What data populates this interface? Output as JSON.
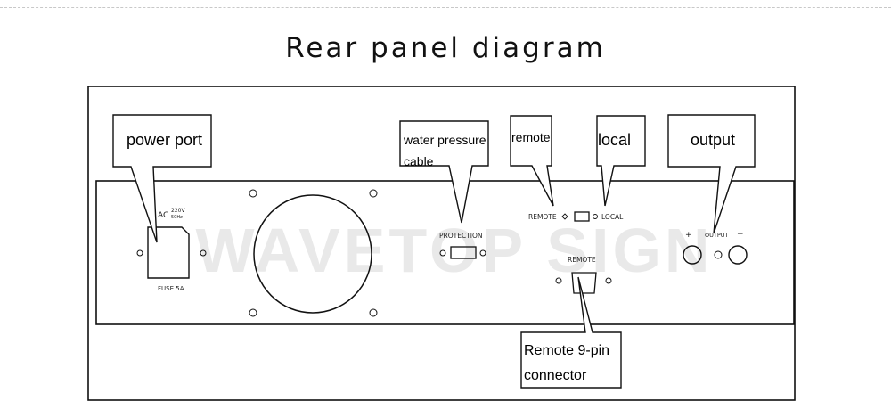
{
  "title": "Rear panel diagram",
  "watermark": "WAVETOP SIGN",
  "callouts": {
    "power_port": "power port",
    "water_pressure": [
      "water pressure",
      "cable"
    ],
    "remote": "remote",
    "local": "local",
    "output": "output",
    "remote_9pin": [
      "Remote 9-pin",
      "connector"
    ]
  },
  "panel": {
    "ac_label": "AC",
    "ac_voltage": "220V",
    "ac_freq": "50Hz",
    "fuse_label": "FUSE 5A",
    "protection_label": "PROTECTION",
    "remote_switch_label": "REMOTE",
    "local_switch_label": "LOCAL",
    "remote_connector_label": "REMOTE",
    "output_label": "OUTPUT",
    "plus_sign": "+",
    "minus_sign": "−"
  },
  "colors": {
    "line": "#111111",
    "background": "#ffffff",
    "watermark": "#e9e9e9"
  }
}
